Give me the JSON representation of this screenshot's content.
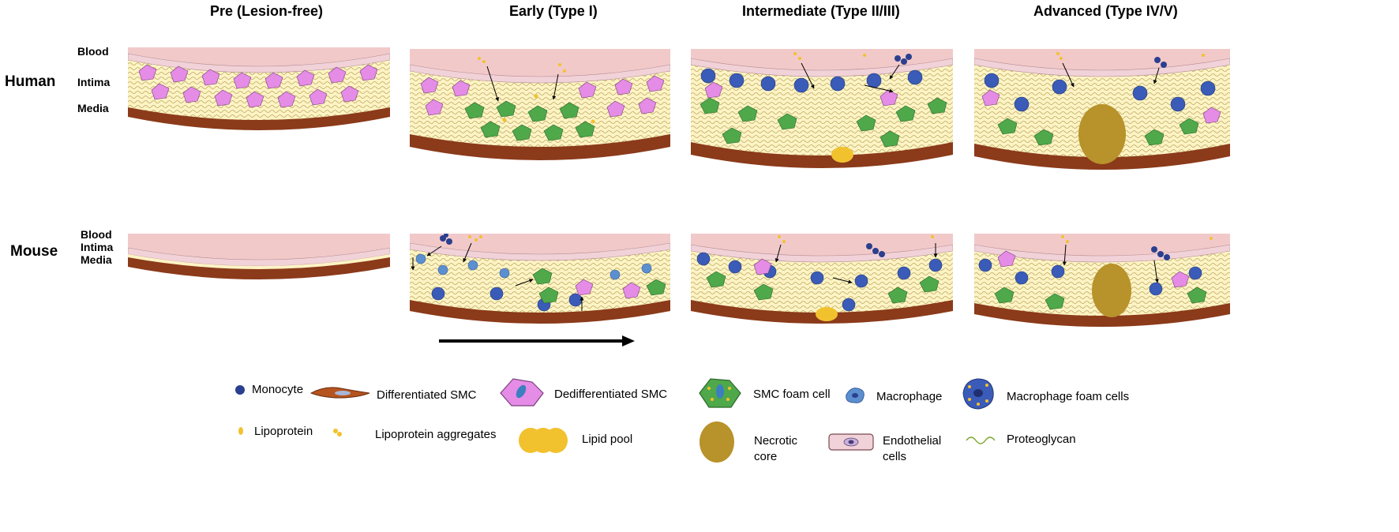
{
  "stages": [
    "Pre (Lesion-free)",
    "Early (Type I)",
    "Intermediate (Type II/III)",
    "Advanced (Type IV/V)"
  ],
  "species": {
    "human": "Human",
    "mouse": "Mouse"
  },
  "layers": {
    "human": [
      "Blood",
      "Intima",
      "Media"
    ],
    "mouse": [
      "Blood",
      "Intima",
      "Media"
    ]
  },
  "legend": {
    "monocyte": "Monocyte",
    "differentiated_smc": "Differentiated SMC",
    "dedifferentiated_smc": "Dedifferentiated SMC",
    "smc_foam_cell": "SMC foam cell",
    "macrophage": "Macrophage",
    "macrophage_foam_cells": "Macrophage foam cells",
    "lipoprotein": "Lipoprotein",
    "lipoprotein_aggregates": "Lipoprotein aggregates",
    "lipid_pool": "Lipid pool",
    "necrotic_core": [
      "Necrotic",
      "core"
    ],
    "endothelial_cells": [
      "Endothelial",
      "cells"
    ],
    "proteoglycan": "Proteoglycan"
  },
  "colors": {
    "blood": "#f2c9c9",
    "endothelium": "#f1d2d8",
    "intima": "#fdf3c4",
    "media": "#8b3a1a",
    "smc_diff": "#b5541e",
    "smc_dediff": "#e58ce6",
    "smc_foam": "#4fa84a",
    "macrophage": "#5b8fd0",
    "mac_foam": "#3a5bb8",
    "monocyte": "#2b3f8f",
    "lipid": "#f2c12e",
    "necrotic": "#b8922a"
  }
}
